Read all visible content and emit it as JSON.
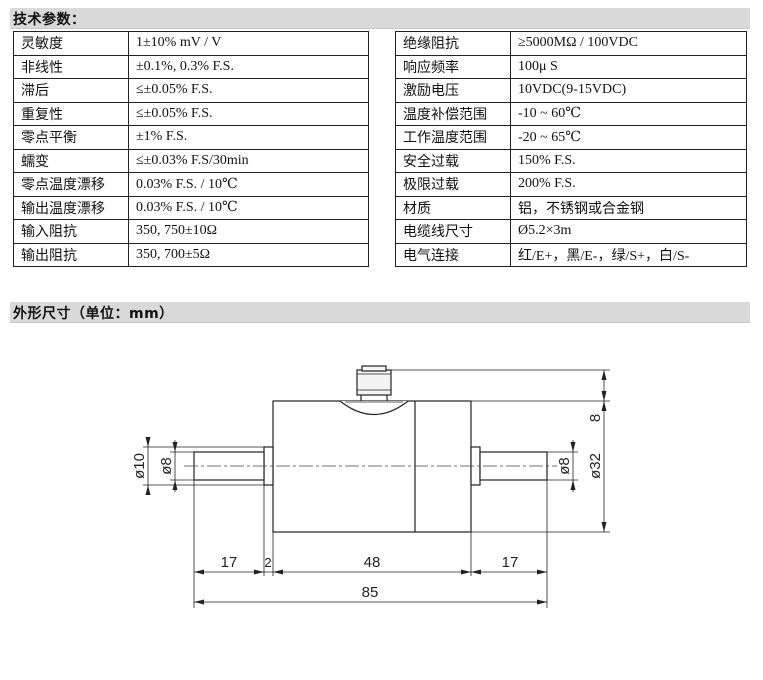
{
  "sections": {
    "specs_title": "技术参数：",
    "dimensions_title": "外形尺寸（单位：mm）"
  },
  "specs_left": [
    {
      "label": "灵敏度",
      "value": "1±10% mV / V"
    },
    {
      "label": "非线性",
      "value": "±0.1%, 0.3% F.S."
    },
    {
      "label": "滞后",
      "value": "≤±0.05% F.S."
    },
    {
      "label": "重复性",
      "value": "≤±0.05% F.S."
    },
    {
      "label": "零点平衡",
      "value": "±1% F.S."
    },
    {
      "label": "蠕变",
      "value": "≤±0.03% F.S/30min"
    },
    {
      "label": "零点温度漂移",
      "value": "0.03% F.S. / 10℃"
    },
    {
      "label": "输出温度漂移",
      "value": "0.03% F.S. / 10℃"
    },
    {
      "label": "输入阻抗",
      "value": "350, 750±10Ω"
    },
    {
      "label": "输出阻抗",
      "value": "350, 700±5Ω"
    }
  ],
  "specs_right": [
    {
      "label": "绝缘阻抗",
      "value": "≥5000MΩ / 100VDC"
    },
    {
      "label": "响应频率",
      "value": "100μ S"
    },
    {
      "label": "激励电压",
      "value": "10VDC(9-15VDC)"
    },
    {
      "label": "温度补偿范围",
      "value": "-10 ~ 60℃"
    },
    {
      "label": "工作温度范围",
      "value": "-20 ~ 65℃"
    },
    {
      "label": "安全过载",
      "value": "150% F.S."
    },
    {
      "label": "极限过载",
      "value": "200% F.S."
    },
    {
      "label": "材质",
      "value": "铝，不锈钢或合金钢"
    },
    {
      "label": "电缆线尺寸",
      "value": "Ø5.2×3m"
    },
    {
      "label": "电气连接",
      "value": "红/E+，黑/E-，绿/S+，白/S-"
    }
  ],
  "drawing": {
    "dim_left_shaft": "17",
    "dim_flange": "2",
    "dim_body": "48",
    "dim_right_shaft": "17",
    "dim_total": "85",
    "dim_connector": "8",
    "dim_body_dia": "ø32",
    "dim_left_outer_dia": "ø10",
    "dim_left_inner_dia": "ø8",
    "dim_right_dia": "ø8"
  }
}
